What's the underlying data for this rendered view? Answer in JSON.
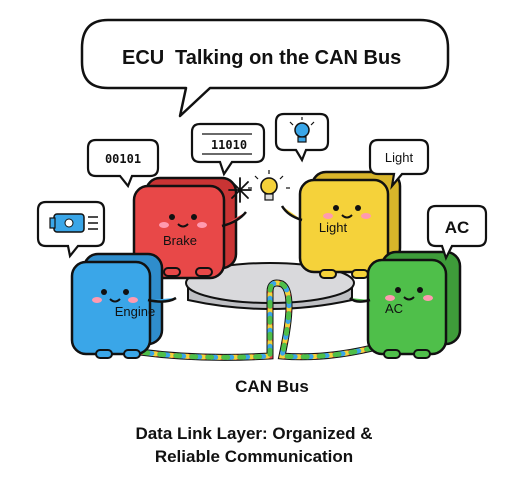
{
  "title_bubble": {
    "ecu": "ECU",
    "text": "Talking on the CAN Bus"
  },
  "ecus": [
    {
      "name": "Engine",
      "color": "#3aa6e8",
      "bubble_icon": "engine-icon"
    },
    {
      "name": "Brake",
      "color": "#e84848",
      "bubble_text": "11010"
    },
    {
      "name": "Light",
      "color": "#f5d23a",
      "bubble_icon": "light-bulb-icon"
    },
    {
      "name": "AC",
      "color": "#4fbf4a",
      "bubble_text": "AC"
    }
  ],
  "extra_bubbles": {
    "binary": "00101",
    "light": "Light"
  },
  "decorations": [
    "snowflake-icon",
    "light-bulb-icon"
  ],
  "bus_label": "CAN Bus",
  "caption": {
    "line1": "Data Link Layer: Organized &",
    "line2": "Reliable Communication"
  },
  "colors": {
    "outline": "#111111",
    "table": "#d9d9dc",
    "wire": [
      "#e84848",
      "#f5d23a",
      "#3aa6e8",
      "#4fbf4a"
    ]
  }
}
